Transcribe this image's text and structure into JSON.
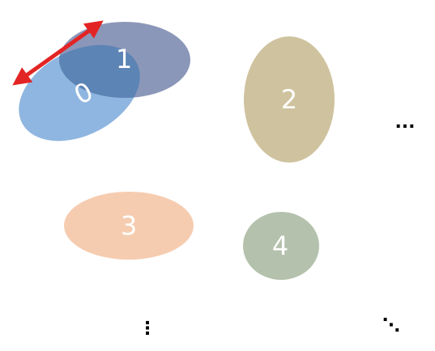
{
  "labels": {
    "e0": "0",
    "e1": "1",
    "e2": "2",
    "e3": "3",
    "e4": "4"
  },
  "ellipsis": {
    "horizontal": "...",
    "vertical": "⋮",
    "diagonal": "⋱"
  },
  "colors": {
    "ellipse0": "#8fb6e0",
    "ellipse1": "#8b97b9",
    "overlap": "#5c84b5",
    "ellipse2": "#cfc39f",
    "ellipse3": "#f6ccb0",
    "ellipse4": "#b4c1ac",
    "arrow": "#e32424"
  }
}
